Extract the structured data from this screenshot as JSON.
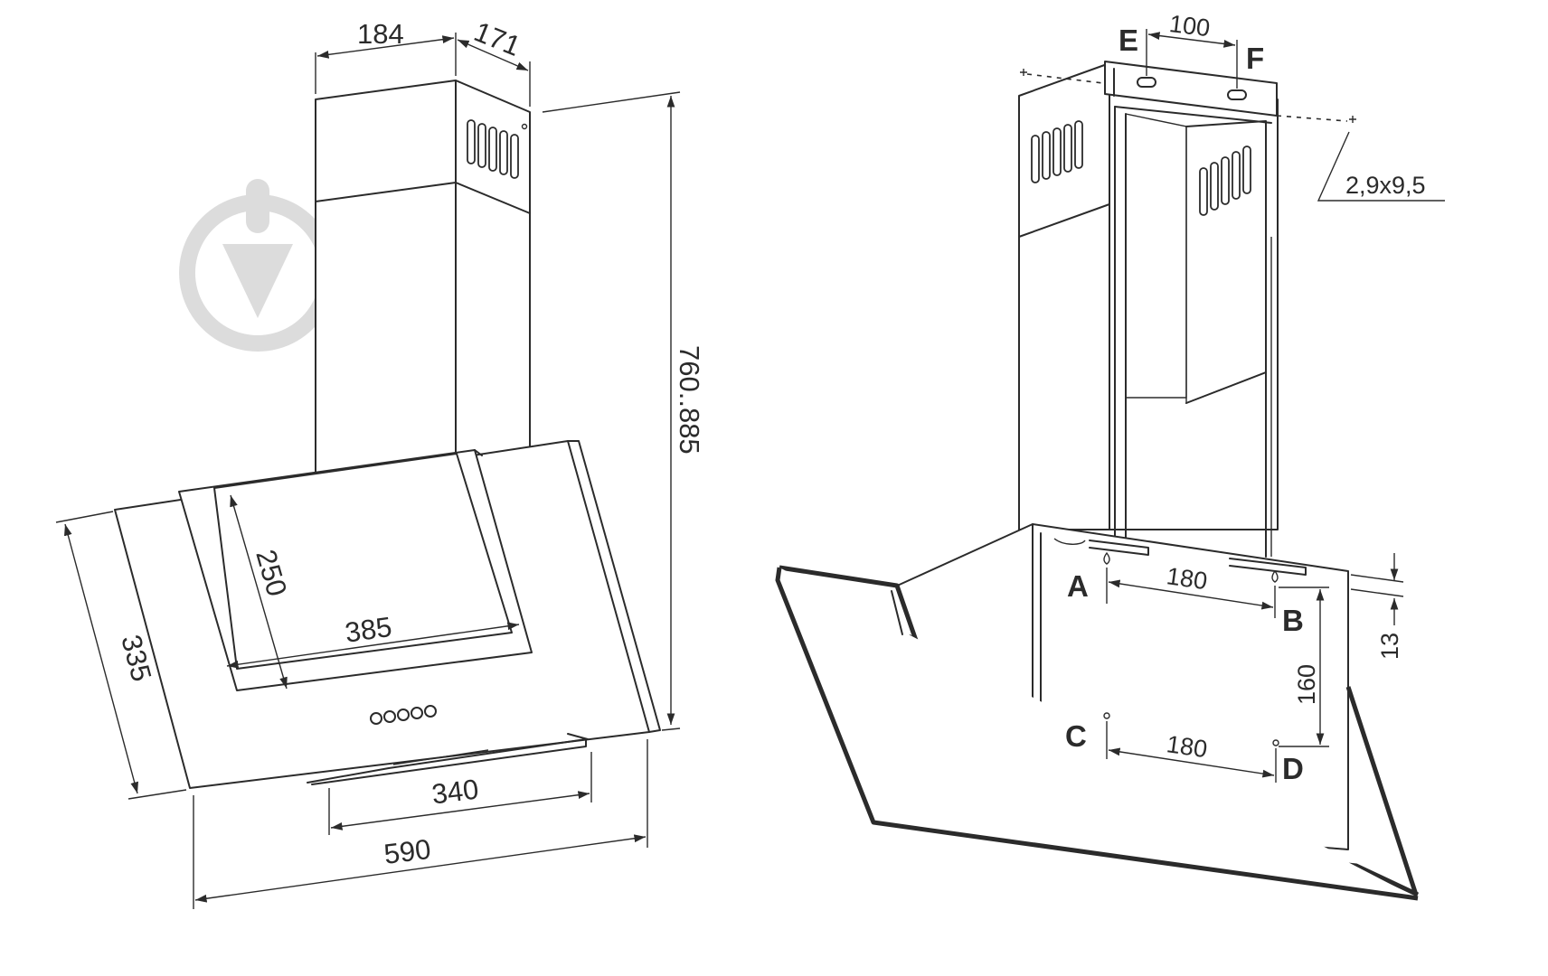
{
  "front_view": {
    "dims": {
      "chimney_width": "184",
      "chimney_depth": "171",
      "height_range": "760..885",
      "panel_height": "250",
      "panel_width": "385",
      "glass_depth": "335",
      "base_width": "340",
      "overall_width": "590"
    }
  },
  "rear_view": {
    "dims": {
      "bracket_span": "100",
      "screw_size": "2,9x9,5",
      "a_b_span": "180",
      "c_d_span": "180",
      "b_d_span": "160",
      "top_offset": "13"
    },
    "points": {
      "a": "A",
      "b": "B",
      "c": "C",
      "d": "D",
      "e": "E",
      "f": "F"
    }
  },
  "colors": {
    "line": "#2b2b2b",
    "watermark": "#dcdcdc",
    "background": "#ffffff"
  }
}
